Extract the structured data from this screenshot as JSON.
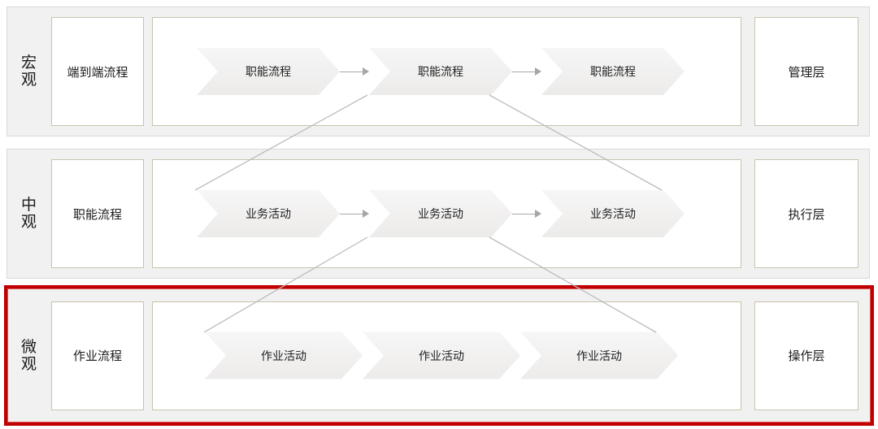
{
  "diagram_title": "process-hierarchy-decomposition",
  "colors": {
    "row_fill": "#f1f1f1",
    "row_border": "#d9d9d9",
    "inner_box_border": "#c9c3ab",
    "highlight_red": "#c00000",
    "chevron_fill": "#f1f0f0",
    "connector_gray": "#a6a6a6",
    "fan_line_gray": "#bcbcbc",
    "text": "#1a1a1a"
  },
  "rows": [
    {
      "id": "macro",
      "level_label": "宏\n观",
      "process_label": "端到端流程",
      "activities": [
        "职能流程",
        "职能流程",
        "职能流程"
      ],
      "layer_label": "管理层",
      "highlighted": false
    },
    {
      "id": "meso",
      "level_label": "中\n观",
      "process_label": "职能流程",
      "activities": [
        "业务活动",
        "业务活动",
        "业务活动"
      ],
      "layer_label": "执行层",
      "highlighted": false
    },
    {
      "id": "micro",
      "level_label": "微\n观",
      "process_label": "作业流程",
      "activities": [
        "作业活动",
        "作业活动",
        "作业活动"
      ],
      "layer_label": "操作层",
      "highlighted": true
    }
  ]
}
